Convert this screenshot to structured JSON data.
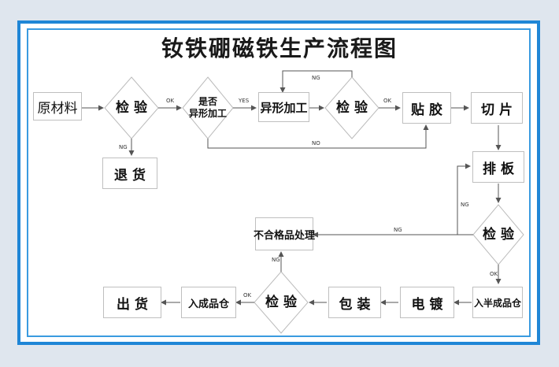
{
  "title": "钕铁硼磁铁生产流程图",
  "nodes": {
    "raw_material": "原材料",
    "inspect_1": "检 验",
    "return_goods": "退 货",
    "shaped_q_line1": "是否",
    "shaped_q_line2": "异形加工",
    "shaped_process": "异形加工",
    "inspect_2": "检 验",
    "glue": "贴 胶",
    "cut": "切 片",
    "arrange": "排 板",
    "inspect_3": "检 验",
    "defect_handling": "不合格品处理",
    "semi_storage": "入半成品仓",
    "plating": "电 镀",
    "packing": "包 装",
    "inspect_4": "检 验",
    "finished_storage": "入成品仓",
    "ship": "出 货"
  },
  "edge_labels": {
    "ok_inspect1": "OK",
    "ng_inspect1": "NG",
    "yes_shaped": "YES",
    "ng_loop": "NG",
    "ok_inspect2": "OK",
    "no_shaped": "NO",
    "ng_arrange": "NG",
    "ng_inspect3": "NG",
    "ok_inspect3": "OK",
    "ng_inspect4": "NG",
    "ok_inspect4": "OK"
  },
  "colors": {
    "frame": "#1f86d6",
    "line": "#555555"
  }
}
